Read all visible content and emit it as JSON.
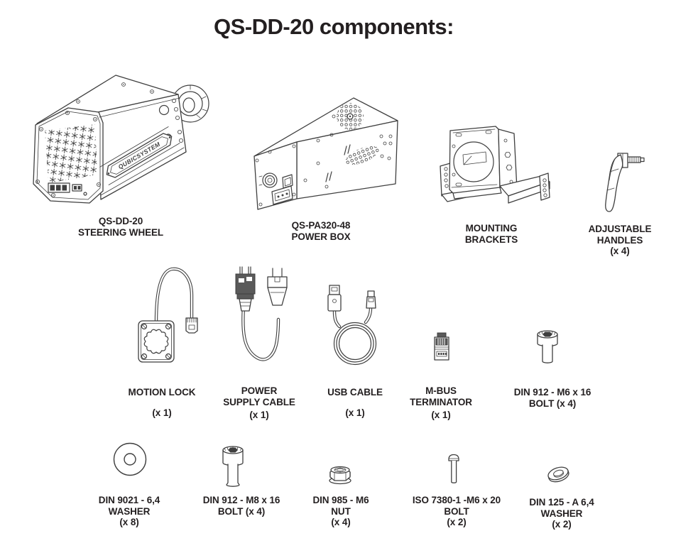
{
  "page": {
    "title": "QS-DD-20 components:"
  },
  "colors": {
    "line": "#3f3f3f",
    "text": "#231f20",
    "background": "#ffffff"
  },
  "brand_badge": "QUBICSYSTEM",
  "components": [
    {
      "id": "steering-wheel",
      "name_lines": [
        "QS-DD-20",
        "STEERING WHEEL"
      ],
      "qty": ""
    },
    {
      "id": "power-box",
      "name_lines": [
        "QS-PA320-48",
        "POWER BOX"
      ],
      "qty": ""
    },
    {
      "id": "mounting-brackets",
      "name_lines": [
        "MOUNTING",
        "BRACKETS"
      ],
      "qty": ""
    },
    {
      "id": "adjustable-handles",
      "name_lines": [
        "ADJUSTABLE",
        "HANDLES"
      ],
      "qty": "(x 4)"
    },
    {
      "id": "motion-lock",
      "name_lines": [
        "MOTION LOCK"
      ],
      "qty": "(x 1)"
    },
    {
      "id": "power-supply-cable",
      "name_lines": [
        "POWER",
        "SUPPLY CABLE"
      ],
      "qty": "(x 1)"
    },
    {
      "id": "usb-cable",
      "name_lines": [
        "USB CABLE"
      ],
      "qty": "(x 1)"
    },
    {
      "id": "m-bus-terminator",
      "name_lines": [
        "M-BUS",
        "TERMINATOR"
      ],
      "qty": "(x 1)"
    },
    {
      "id": "din-912-m6-bolt",
      "name_lines": [
        "DIN 912 - M6 x 16",
        "BOLT (x 4)"
      ],
      "qty": ""
    },
    {
      "id": "din-9021-washer",
      "name_lines": [
        "DIN 9021 - 6,4",
        "WASHER"
      ],
      "qty": "(x 8)"
    },
    {
      "id": "din-912-m8-bolt",
      "name_lines": [
        "DIN 912 - M8 x 16",
        "BOLT (x 4)"
      ],
      "qty": ""
    },
    {
      "id": "din-985-nut",
      "name_lines": [
        "DIN 985 - M6",
        "NUT"
      ],
      "qty": "(x 4)"
    },
    {
      "id": "iso-7380-bolt",
      "name_lines": [
        "ISO 7380-1 -M6 x 20",
        "BOLT"
      ],
      "qty": "(x 2)"
    },
    {
      "id": "din-125-washer",
      "name_lines": [
        "DIN 125 - A 6,4",
        "WASHER"
      ],
      "qty": "(x 2)"
    }
  ]
}
